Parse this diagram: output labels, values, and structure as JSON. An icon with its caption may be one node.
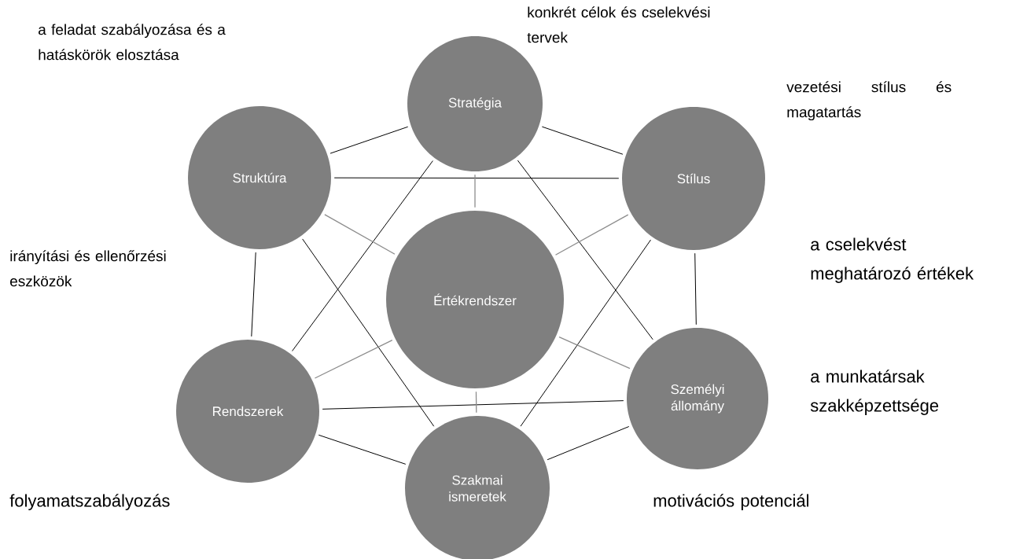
{
  "diagram": {
    "nodes": [
      {
        "text": [
          "Stratégia"
        ]
      },
      {
        "text": [
          "Struktúra"
        ]
      },
      {
        "text": [
          "Stílus"
        ]
      },
      {
        "text": [
          "Értékrendszer"
        ]
      },
      {
        "text": [
          "Rendszerek"
        ]
      },
      {
        "text": [
          "Személyi állomány"
        ]
      },
      {
        "text": [
          "Szakmai ismeretek"
        ]
      }
    ],
    "edges": [
      {
        "from": 0,
        "to": 1,
        "arrow": "none"
      },
      {
        "from": 0,
        "to": 2,
        "arrow": "none"
      },
      {
        "from": 1,
        "to": 2,
        "arrow": "none"
      },
      {
        "from": 0,
        "to": 4,
        "arrow": "none"
      },
      {
        "from": 0,
        "to": 5,
        "arrow": "none"
      },
      {
        "from": 1,
        "to": 4,
        "arrow": "none"
      },
      {
        "from": 1,
        "to": 6,
        "arrow": "none"
      },
      {
        "from": 2,
        "to": 5,
        "arrow": "none"
      },
      {
        "from": 2,
        "to": 6,
        "arrow": "none"
      },
      {
        "from": 4,
        "to": 5,
        "arrow": "none"
      },
      {
        "from": 4,
        "to": 6,
        "arrow": "none"
      },
      {
        "from": 6,
        "to": 5,
        "arrow": "none"
      },
      {
        "from": 3,
        "to": 0,
        "arrow": "none",
        "color": "#8c8c8c"
      },
      {
        "from": 3,
        "to": 1,
        "arrow": "none",
        "color": "#8c8c8c"
      },
      {
        "from": 3,
        "to": 2,
        "arrow": "none",
        "color": "#8c8c8c"
      },
      {
        "from": 3,
        "to": 4,
        "arrow": "none",
        "color": "#8c8c8c"
      },
      {
        "from": 3,
        "to": 5,
        "arrow": "none",
        "color": "#8c8c8c"
      },
      {
        "from": 3,
        "to": 6,
        "arrow": "none",
        "color": "#8c8c8c"
      }
    ],
    "labels": [
      "konkrét célok és cselekvési tervek",
      "a feladat szabályozása és a hatáskörök elosztása",
      "vezetési stílus és magatartás",
      "irányítási és ellenőrzési eszközök",
      "a cselekvést meghatározó értékek",
      "a munkatársak szakképzettsége",
      "folyamatszabályozás",
      "motivációs potenciál"
    ]
  }
}
